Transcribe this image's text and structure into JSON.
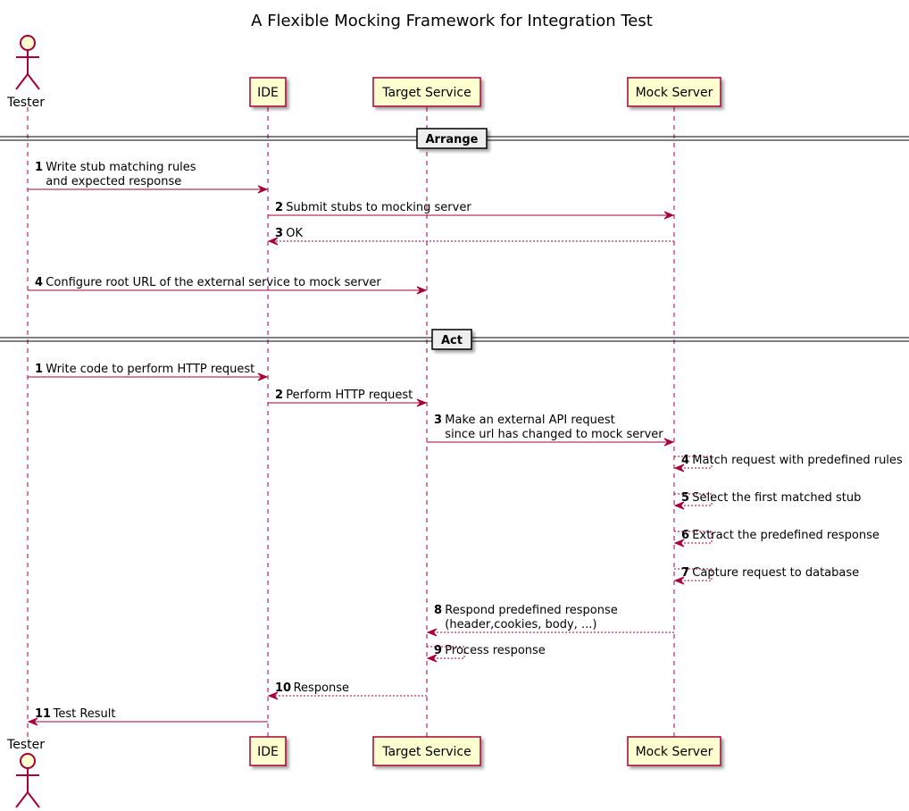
{
  "title": "A Flexible Mocking Framework for Integration Test",
  "colors": {
    "arrow": "#A80036",
    "participant_fill": "#FEFECE",
    "participant_border": "#A80036",
    "divider_fill": "#EEEEEE"
  },
  "participants": [
    {
      "id": "tester",
      "label": "Tester",
      "kind": "actor",
      "icon": "stick-figure-icon"
    },
    {
      "id": "ide",
      "label": "IDE",
      "kind": "box"
    },
    {
      "id": "target",
      "label": "Target Service",
      "kind": "box"
    },
    {
      "id": "mock",
      "label": "Mock Server",
      "kind": "box"
    }
  ],
  "sections": [
    {
      "label": "Arrange",
      "messages": [
        {
          "num": "1",
          "from": "tester",
          "to": "ide",
          "lines": [
            "Write stub matching rules",
            "and expected response"
          ],
          "style": "solid"
        },
        {
          "num": "2",
          "from": "ide",
          "to": "mock",
          "lines": [
            "Submit stubs to mocking server"
          ],
          "style": "solid"
        },
        {
          "num": "3",
          "from": "mock",
          "to": "ide",
          "lines": [
            "OK"
          ],
          "style": "dashed"
        },
        {
          "num": "4",
          "from": "tester",
          "to": "target",
          "lines": [
            "Configure root URL of the external service to mock server"
          ],
          "style": "solid"
        }
      ]
    },
    {
      "label": "Act",
      "messages": [
        {
          "num": "1",
          "from": "tester",
          "to": "ide",
          "lines": [
            "Write code to perform HTTP request"
          ],
          "style": "solid"
        },
        {
          "num": "2",
          "from": "ide",
          "to": "target",
          "lines": [
            "Perform HTTP request"
          ],
          "style": "solid"
        },
        {
          "num": "3",
          "from": "target",
          "to": "mock",
          "lines": [
            "Make an external API request",
            "since url has changed to mock server"
          ],
          "style": "solid"
        },
        {
          "num": "4",
          "from": "mock",
          "to": "mock",
          "lines": [
            "Match request with predefined rules"
          ],
          "style": "dashed"
        },
        {
          "num": "5",
          "from": "mock",
          "to": "mock",
          "lines": [
            "Select the first matched stub"
          ],
          "style": "dashed"
        },
        {
          "num": "6",
          "from": "mock",
          "to": "mock",
          "lines": [
            "Extract the predefined response"
          ],
          "style": "dashed"
        },
        {
          "num": "7",
          "from": "mock",
          "to": "mock",
          "lines": [
            "Capture request to database"
          ],
          "style": "dashed"
        },
        {
          "num": "8",
          "from": "mock",
          "to": "target",
          "lines": [
            "Respond predefined response",
            "(header,cookies, body, ...)"
          ],
          "style": "dashed"
        },
        {
          "num": "9",
          "from": "target",
          "to": "target",
          "lines": [
            "Process response"
          ],
          "style": "dashed"
        },
        {
          "num": "10",
          "from": "target",
          "to": "ide",
          "lines": [
            "Response"
          ],
          "style": "dashed"
        },
        {
          "num": "11",
          "from": "ide",
          "to": "tester",
          "lines": [
            "Test Result"
          ],
          "style": "solid"
        }
      ]
    }
  ]
}
